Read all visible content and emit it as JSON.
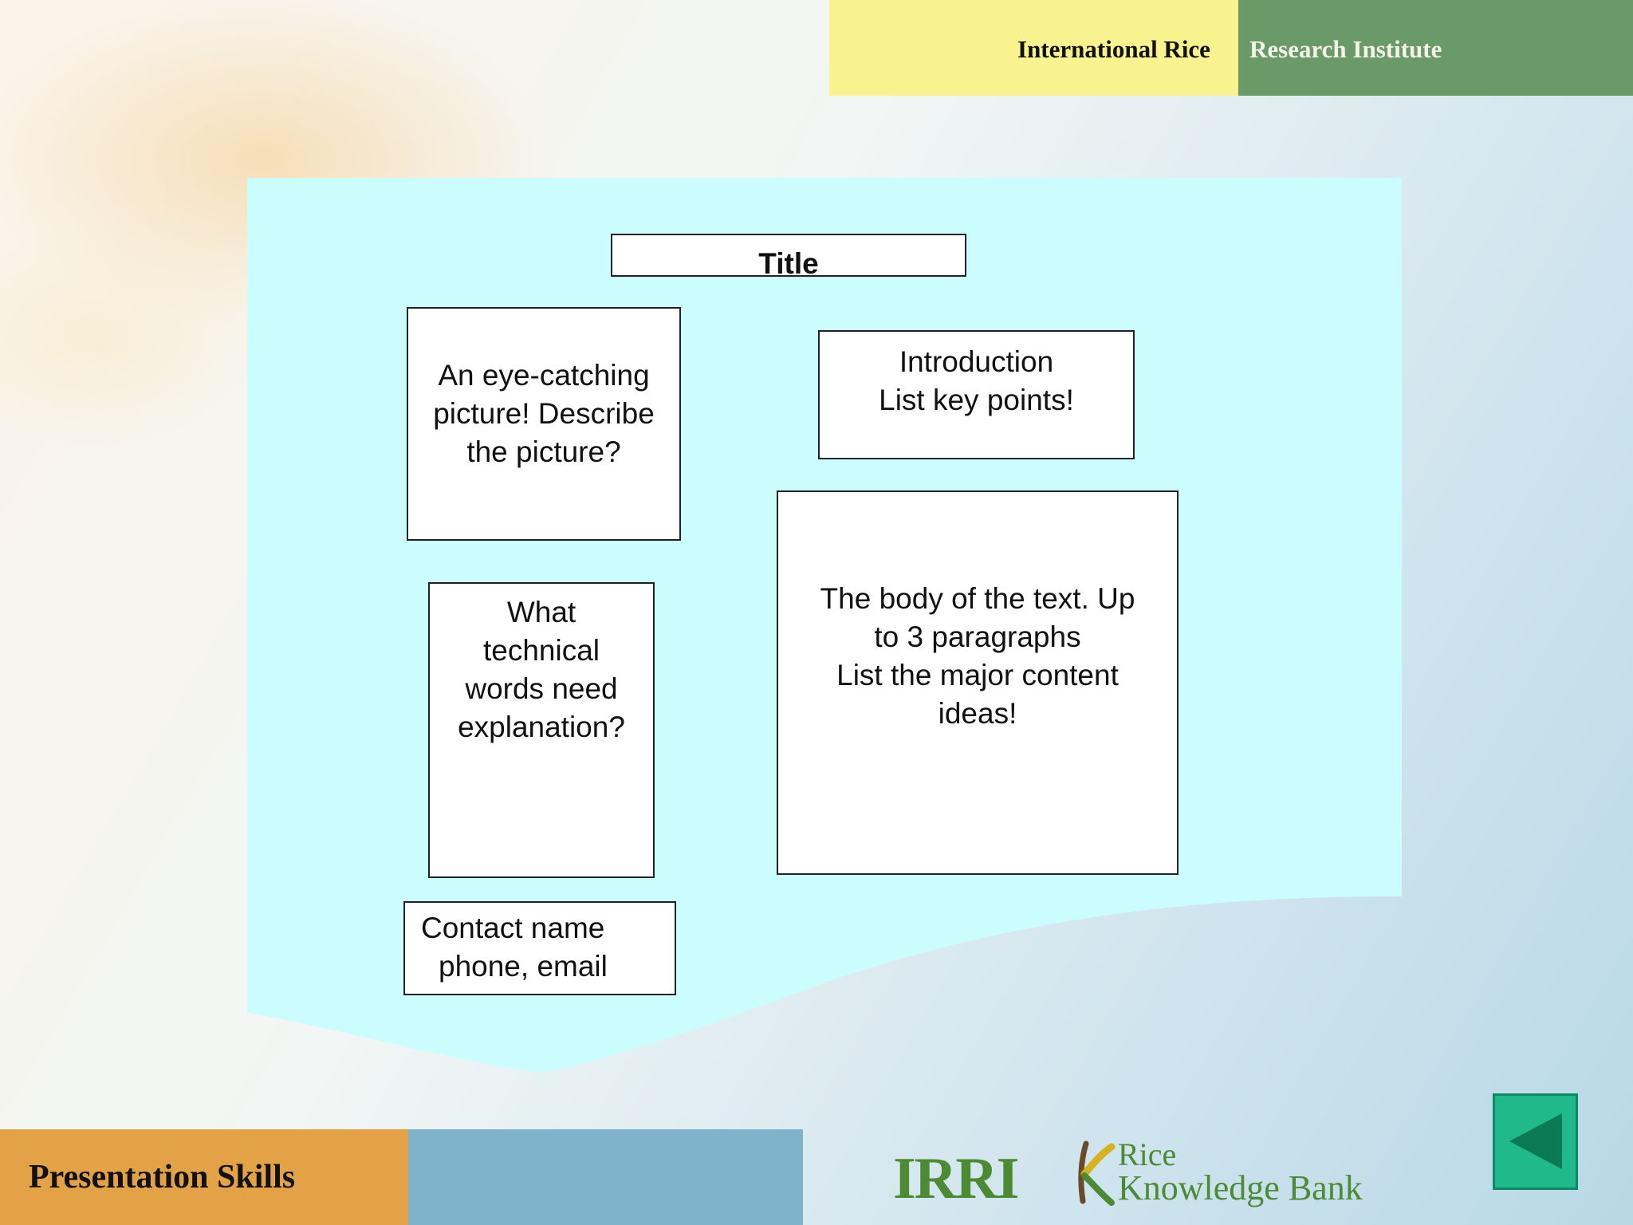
{
  "header": {
    "org_left": "International Rice",
    "org_right": "Research Institute"
  },
  "slide": {
    "title": "Title",
    "picture_box": [
      "An eye-catching",
      "picture! Describe",
      "the picture?"
    ],
    "intro_box": [
      "Introduction",
      "List key points!"
    ],
    "tech_box": [
      "What",
      "technical",
      "words need",
      "explanation?"
    ],
    "body_box": [
      "The body of the text. Up",
      "to 3 paragraphs",
      "List the major content",
      "ideas!"
    ],
    "contact_box": [
      "Contact name",
      "phone, email"
    ]
  },
  "footer": {
    "course": "Presentation Skills",
    "logo_irri": "IRRI",
    "logo_rkb_line1": "Rice",
    "logo_rkb_line2": "Knowledge Bank",
    "nav_icon": "triangle-left-icon"
  },
  "colors": {
    "panel": "#ccfdfe",
    "header_yellow": "#f8f38e",
    "header_green": "#699a68",
    "footer_orange": "#e3a245",
    "footer_blue": "#7fb3cc",
    "logo_green": "#4c8a34",
    "nav_button": "#1fb98a"
  }
}
